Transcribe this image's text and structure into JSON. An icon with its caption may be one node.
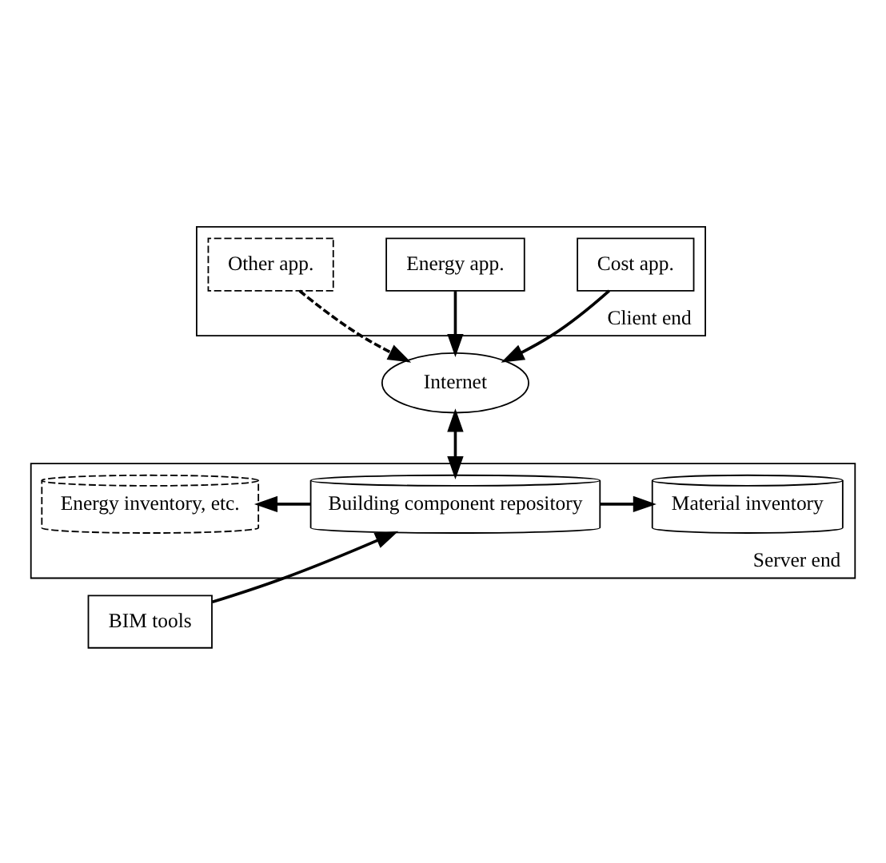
{
  "diagram": {
    "nodes": [
      {
        "text": [
          "Client end"
        ]
      },
      {
        "text": [
          "Cost app."
        ],
        "in": 0
      },
      {
        "text": [
          "Energy app."
        ],
        "in": 0
      },
      {
        "text": [
          "Other app."
        ],
        "in": 0
      },
      {
        "text": [
          "Internet"
        ]
      },
      {
        "text": [
          "Server end"
        ]
      },
      {
        "text": [
          "Material inventory"
        ],
        "in": 5
      },
      {
        "text": [
          "Building component repository"
        ],
        "in": 5
      },
      {
        "text": [
          "Energy inventory, etc."
        ],
        "in": 5
      },
      {
        "text": [
          "BIM tools"
        ]
      }
    ],
    "edges": [
      {
        "from": 1,
        "to": 4,
        "arrow": "to"
      },
      {
        "from": 2,
        "to": 4,
        "arrow": "to"
      },
      {
        "from": 3,
        "to": 4,
        "arrow": "to",
        "style": "dashed"
      },
      {
        "from": 4,
        "to": 7,
        "arrow": "both"
      },
      {
        "from": 7,
        "to": 6,
        "arrow": "to"
      },
      {
        "from": 7,
        "to": 8,
        "arrow": "to"
      },
      {
        "from": 9,
        "to": 7,
        "arrow": "to"
      }
    ]
  }
}
